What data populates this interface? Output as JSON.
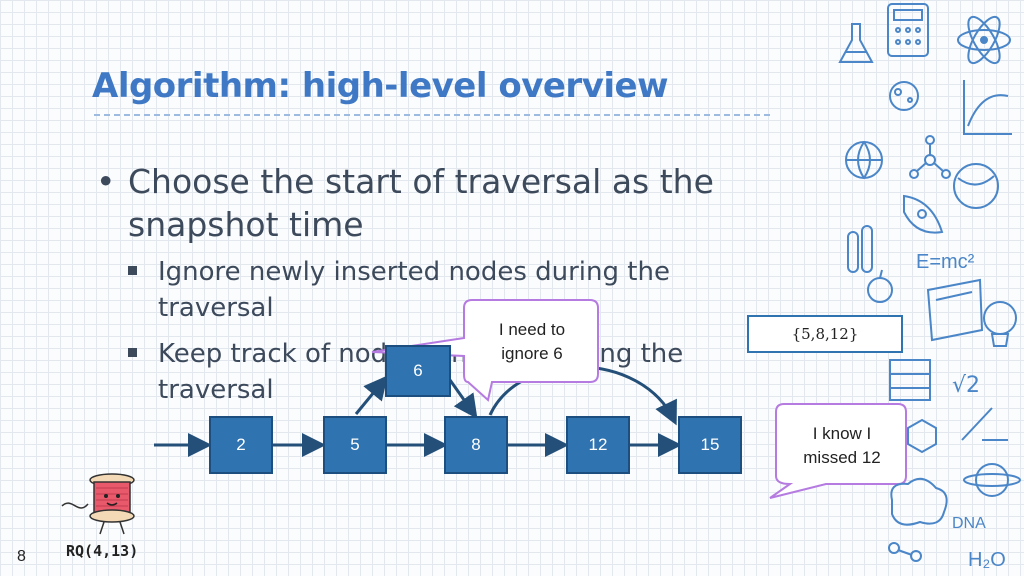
{
  "slide": {
    "title": "Algorithm: high-level overview",
    "number": "8"
  },
  "bullets": {
    "main": "Choose the start of traversal as the snapshot time",
    "main_marker": "•",
    "sub": [
      "Ignore newly inserted nodes during the traversal",
      "Keep track of nodes removed during the traversal"
    ]
  },
  "list": {
    "nodes": [
      "2",
      "5",
      "8",
      "12",
      "15"
    ],
    "inserted_node": "6"
  },
  "callouts": {
    "ignore": "I need to ignore 6",
    "missed": "I know I missed 12"
  },
  "removed_set": "{5,8,12}",
  "query": "RQ(4,13)",
  "colors": {
    "title": "#3f79c5",
    "node_fill": "#2f73b0",
    "callout_border": "#b57be0",
    "arrow": "#234f78"
  },
  "icons": [
    "calculator-icon",
    "flask-icon",
    "atom-icon",
    "lightbulb-icon",
    "globe-icon",
    "rocket-icon",
    "brain-icon",
    "spool-mascot-icon"
  ]
}
